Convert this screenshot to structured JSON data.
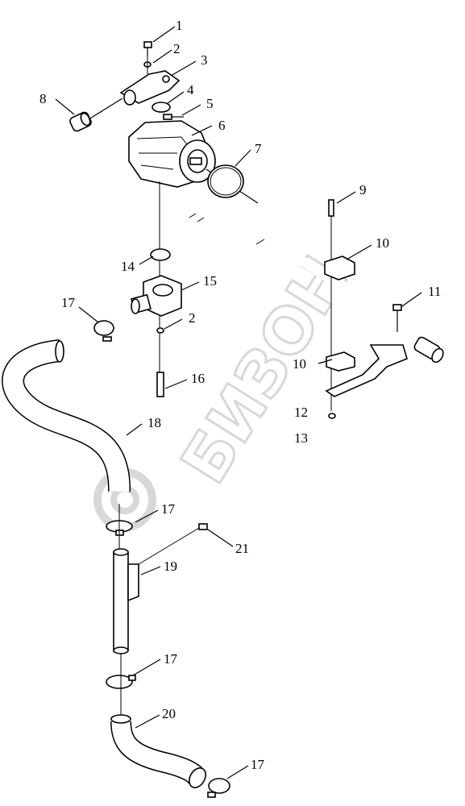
{
  "watermark": {
    "text": "БИЗОН"
  },
  "callouts": [
    {
      "id": "c1",
      "text": "1"
    },
    {
      "id": "c2a",
      "text": "2"
    },
    {
      "id": "c3",
      "text": "3"
    },
    {
      "id": "c4",
      "text": "4"
    },
    {
      "id": "c5",
      "text": "5"
    },
    {
      "id": "c6",
      "text": "6"
    },
    {
      "id": "c7",
      "text": "7"
    },
    {
      "id": "c8",
      "text": "8"
    },
    {
      "id": "c9",
      "text": "9"
    },
    {
      "id": "c10a",
      "text": "10"
    },
    {
      "id": "c11",
      "text": "11"
    },
    {
      "id": "c14",
      "text": "14"
    },
    {
      "id": "c15",
      "text": "15"
    },
    {
      "id": "c17a",
      "text": "17"
    },
    {
      "id": "c2b",
      "text": "2"
    },
    {
      "id": "c10b",
      "text": "10"
    },
    {
      "id": "c16",
      "text": "16"
    },
    {
      "id": "c12",
      "text": "12"
    },
    {
      "id": "c13",
      "text": "13"
    },
    {
      "id": "c18",
      "text": "18"
    },
    {
      "id": "c17b",
      "text": "17"
    },
    {
      "id": "c21",
      "text": "21"
    },
    {
      "id": "c19",
      "text": "19"
    },
    {
      "id": "c17c",
      "text": "17"
    },
    {
      "id": "c20",
      "text": "20"
    },
    {
      "id": "c17d",
      "text": "17"
    }
  ]
}
